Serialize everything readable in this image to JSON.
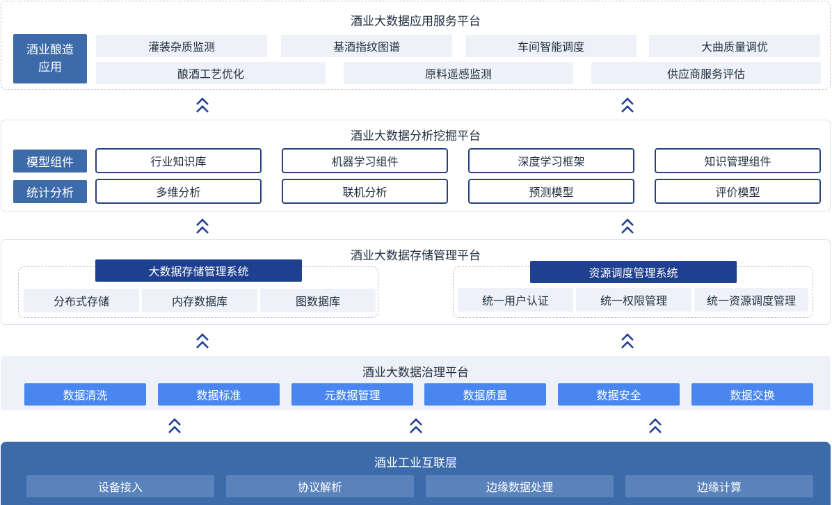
{
  "layer_app": {
    "title": "酒业大数据应用服务平台",
    "side_tag": "酒业酿造\n应用",
    "row1": [
      "灌装杂质监测",
      "基酒指纹图谱",
      "车间智能调度",
      "大曲质量调优"
    ],
    "row2": [
      "酿酒工艺优化",
      "原料遥感监测",
      "供应商服务评估"
    ]
  },
  "layer_analysis": {
    "title": "酒业大数据分析挖掘平台",
    "rows": [
      {
        "tag": "模型组件",
        "items": [
          "行业知识库",
          "机器学习组件",
          "深度学习框架",
          "知识管理组件"
        ]
      },
      {
        "tag": "统计分析",
        "items": [
          "多维分析",
          "联机分析",
          "预测模型",
          "评价模型"
        ]
      }
    ]
  },
  "layer_storage": {
    "title": "酒业大数据存储管理平台",
    "groups": [
      {
        "header": "大数据存储管理系统",
        "items": [
          "分布式存储",
          "内存数据库",
          "图数据库"
        ]
      },
      {
        "header": "资源调度管理系统",
        "items": [
          "统一用户认证",
          "统一权限管理",
          "统一资源调度管理"
        ]
      }
    ]
  },
  "layer_governance": {
    "title": "酒业大数据治理平台",
    "items": [
      "数据清洗",
      "数据标准",
      "元数据管理",
      "数据质量",
      "数据安全",
      "数据交换"
    ]
  },
  "layer_iot": {
    "title": "酒业工业互联层",
    "items": [
      "设备接入",
      "协议解析",
      "边缘数据处理",
      "边缘计算"
    ]
  },
  "colors": {
    "navy": "#1f3f8f",
    "dark_blue": "#3d6aa8",
    "bright_blue": "#4a86f0",
    "light_bg": "#eef2f8",
    "arrow": "#1f3f8f"
  }
}
